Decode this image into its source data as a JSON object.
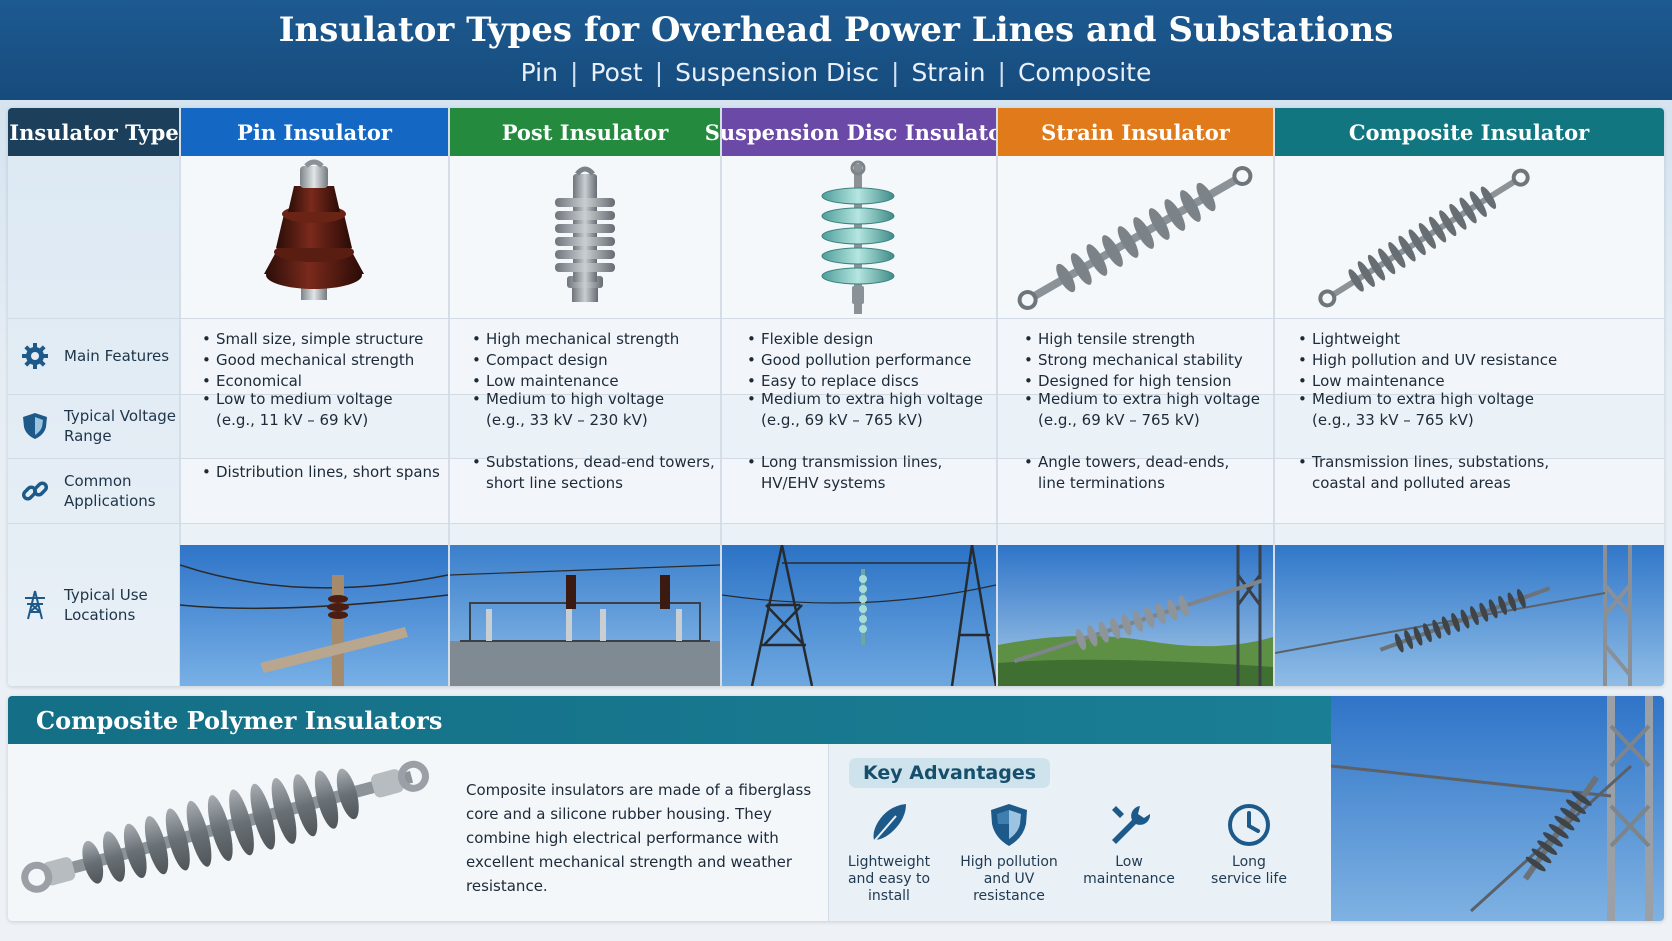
{
  "header": {
    "title": "Insulator Types for Overhead Power Lines and Substations",
    "subtitle_items": [
      "Pin",
      "Post",
      "Suspension Disc",
      "Strain",
      "Composite"
    ],
    "subtitle_sep": "|"
  },
  "table": {
    "corner_label": "Insulator Type",
    "columns": [
      {
        "name": "Pin Insulator",
        "color": "#1468c4"
      },
      {
        "name": "Post Insulator",
        "color": "#248a3d"
      },
      {
        "name": "Suspension Disc Insulator",
        "color": "#6a4aa6"
      },
      {
        "name": "Strain Insulator",
        "color": "#e07a1a"
      },
      {
        "name": "Composite Insulator",
        "color": "#117680"
      }
    ],
    "rows": {
      "features": {
        "label": "Main Features",
        "icon": "gear-icon",
        "cells": [
          [
            "Small size, simple structure",
            "Good mechanical strength",
            "Economical"
          ],
          [
            "High mechanical strength",
            "Compact design",
            "Low maintenance"
          ],
          [
            "Flexible design",
            "Good pollution performance",
            "Easy to replace discs"
          ],
          [
            "High tensile strength",
            "Strong mechanical stability",
            "Designed for high tension"
          ],
          [
            "Lightweight",
            "High pollution and UV resistance",
            "Low maintenance"
          ]
        ]
      },
      "voltage": {
        "label_line1": "Typical Voltage",
        "label_line2": "Range",
        "icon": "shield-icon",
        "cells": [
          [
            "Low to medium voltage",
            "(e.g., 11 kV – 69 kV)"
          ],
          [
            "Medium to high voltage",
            "(e.g., 33 kV – 230 kV)"
          ],
          [
            "Medium to extra high voltage",
            "(e.g., 69 kV – 765 kV)"
          ],
          [
            "Medium to extra high voltage",
            "(e.g., 69 kV – 765 kV)"
          ],
          [
            "Medium to extra high voltage",
            "(e.g., 33 kV – 765 kV)"
          ]
        ]
      },
      "applications": {
        "label_line1": "Common",
        "label_line2": "Applications",
        "icon": "link-icon",
        "cells": [
          [
            "Distribution lines, short spans"
          ],
          [
            "Substations, dead-end towers,",
            "short line sections"
          ],
          [
            "Long transmission lines,",
            "HV/EHV systems"
          ],
          [
            "Angle towers, dead-ends,",
            "line terminations"
          ],
          [
            "Transmission lines, substations,",
            "coastal and polluted areas"
          ]
        ]
      },
      "locations": {
        "label_line1": "Typical Use",
        "label_line2": "Locations",
        "icon": "tower-icon"
      }
    }
  },
  "composite_section": {
    "title": "Composite Polymer Insulators",
    "description": "Composite insulators are made of a fiberglass core and a silicone rubber housing. They combine high electrical performance with excellent mechanical strength and weather resistance.",
    "advantages_title": "Key Advantages",
    "advantages": [
      {
        "line1": "Lightweight",
        "line2": "and easy to",
        "line3": "install",
        "icon": "feather-icon"
      },
      {
        "line1": "High pollution",
        "line2": "and UV",
        "line3": "resistance",
        "icon": "shield-icon"
      },
      {
        "line1": "Low",
        "line2": "maintenance",
        "line3": "",
        "icon": "wrench-icon"
      },
      {
        "line1": "Long",
        "line2": "service life",
        "line3": "",
        "icon": "clock-icon"
      }
    ]
  },
  "colors": {
    "header_bg": "#164b7c",
    "corner_bg": "#1c3f5c",
    "section_teal": "#146f86",
    "icon_blue": "#1d5a8a"
  }
}
